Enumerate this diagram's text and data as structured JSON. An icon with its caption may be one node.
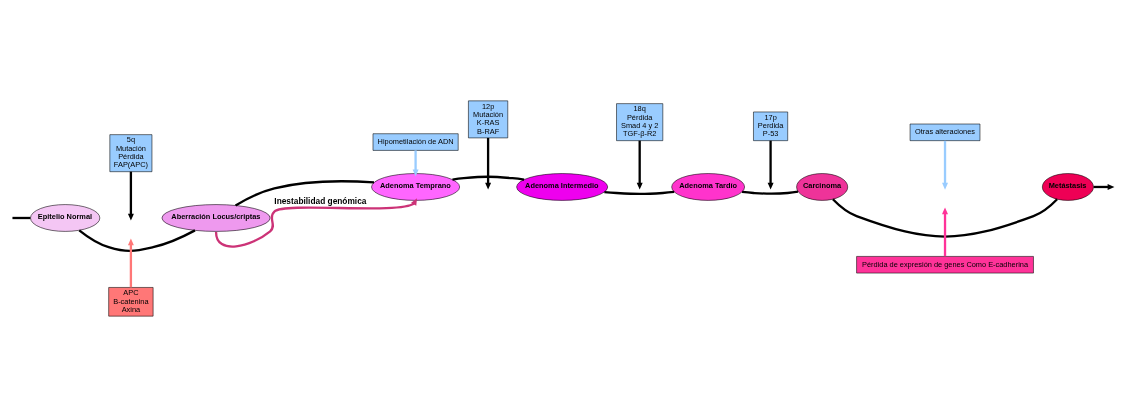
{
  "diagram": {
    "nodes": [
      {
        "text": [
          "Epitelio Normal"
        ]
      },
      {
        "text": [
          "Aberración Locus/criptas"
        ]
      },
      {
        "text": [
          "Adenoma Temprano"
        ]
      },
      {
        "text": [
          "Adenoma Intermedio"
        ]
      },
      {
        "text": [
          "Adenoma Tardío"
        ]
      },
      {
        "text": [
          "Carcinoma"
        ]
      },
      {
        "text": [
          "Metástasis"
        ]
      },
      {
        "text": [
          "5q",
          "Mutación",
          "Pérdida",
          "FAP(APC)"
        ]
      },
      {
        "text": [
          "Hipometilación de ADN"
        ]
      },
      {
        "text": [
          "12p",
          "Mutación",
          "K-RAS",
          "B-RAF"
        ]
      },
      {
        "text": [
          "18q",
          "Pérdida",
          "Smad 4 y 2",
          "TGF-β-R2"
        ]
      },
      {
        "text": [
          "17p",
          "Perdida",
          "P-53"
        ]
      },
      {
        "text": [
          "Otras alteraciones"
        ]
      },
      {
        "text": [
          "APC",
          "B-catenina",
          "Axina"
        ]
      },
      {
        "text": [
          "Pérdida de expresión de genes Como E-cadherina"
        ]
      }
    ],
    "edges": [
      {
        "from": null,
        "to": 0,
        "arrow": "none"
      },
      {
        "from": 0,
        "to": 1,
        "arrow": "none"
      },
      {
        "from": 1,
        "to": 2,
        "arrow": "none"
      },
      {
        "from": 2,
        "to": 3,
        "arrow": "none"
      },
      {
        "from": 3,
        "to": 4,
        "arrow": "none"
      },
      {
        "from": 4,
        "to": 5,
        "arrow": "none"
      },
      {
        "from": 5,
        "to": 6,
        "arrow": "none"
      },
      {
        "from": 6,
        "to": null,
        "arrow": "to"
      },
      {
        "from": 7,
        "to": null,
        "arrow": "to"
      },
      {
        "from": 8,
        "to": 2,
        "arrow": "to",
        "color": "#99ccff"
      },
      {
        "from": 9,
        "to": null,
        "arrow": "to"
      },
      {
        "from": 10,
        "to": null,
        "arrow": "to"
      },
      {
        "from": 11,
        "to": null,
        "arrow": "to"
      },
      {
        "from": 12,
        "to": null,
        "arrow": "to",
        "color": "#99ccff"
      },
      {
        "from": 13,
        "to": null,
        "arrow": "to",
        "color": "#ff7777"
      },
      {
        "from": 14,
        "to": null,
        "arrow": "to",
        "color": "#ff3399"
      },
      {
        "from": 1,
        "to": 2,
        "arrow": "to",
        "label": "Inestabilidad genómica",
        "color": "#cc3377"
      }
    ]
  }
}
